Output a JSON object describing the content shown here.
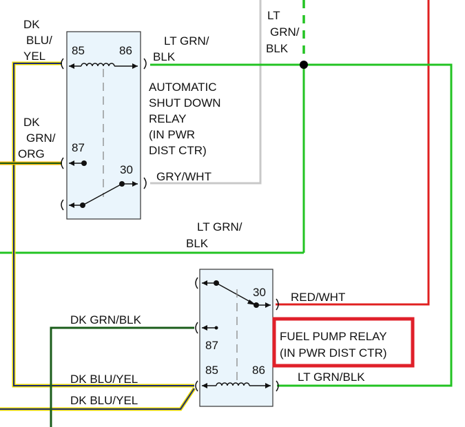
{
  "colors": {
    "lt_grn_blk": "#22c322",
    "gry_wht": "#c8c8c8",
    "red_wht": "#e02020",
    "dk_grn_blk": "#1a5c1a",
    "dk_blu_yel": "#1a2a7a",
    "yel_stripe": "#e8d800",
    "dk_grn_org": "#1a5c1a",
    "relay_fill": "#eaf5fc",
    "callout_border": "#e0202a"
  },
  "asd_relay": {
    "name_lines": [
      "AUTOMATIC",
      "SHUT DOWN",
      "RELAY",
      "(IN PWR",
      "DIST CTR)"
    ],
    "pin_85": "85",
    "pin_86": "86",
    "pin_87": "87",
    "pin_30": "30"
  },
  "fuel_pump_relay": {
    "name_lines": [
      "FUEL PUMP RELAY",
      "(IN PWR DIST CTR)"
    ],
    "pin_30": "30",
    "pin_87": "87",
    "pin_85": "85",
    "pin_86": "86"
  },
  "wires": {
    "dk_blu_yel_top": [
      "DK",
      "BLU/",
      "YEL"
    ],
    "dk_grn_org": [
      "DK",
      "GRN/",
      "ORG"
    ],
    "lt_grn_blk_top": [
      "LT GRN/",
      "BLK"
    ],
    "lt_grn_blk_vertical": [
      "LT",
      "GRN/",
      "BLK"
    ],
    "gry_wht": "GRY/WHT",
    "lt_grn_blk_mid": [
      "LT GRN/",
      "BLK"
    ],
    "red_wht": "RED/WHT",
    "dk_grn_blk": "DK GRN/BLK",
    "dk_blu_yel_1": "DK BLU/YEL",
    "dk_blu_yel_2": "DK BLU/YEL",
    "lt_grn_blk_bottom": "LT GRN/BLK"
  }
}
